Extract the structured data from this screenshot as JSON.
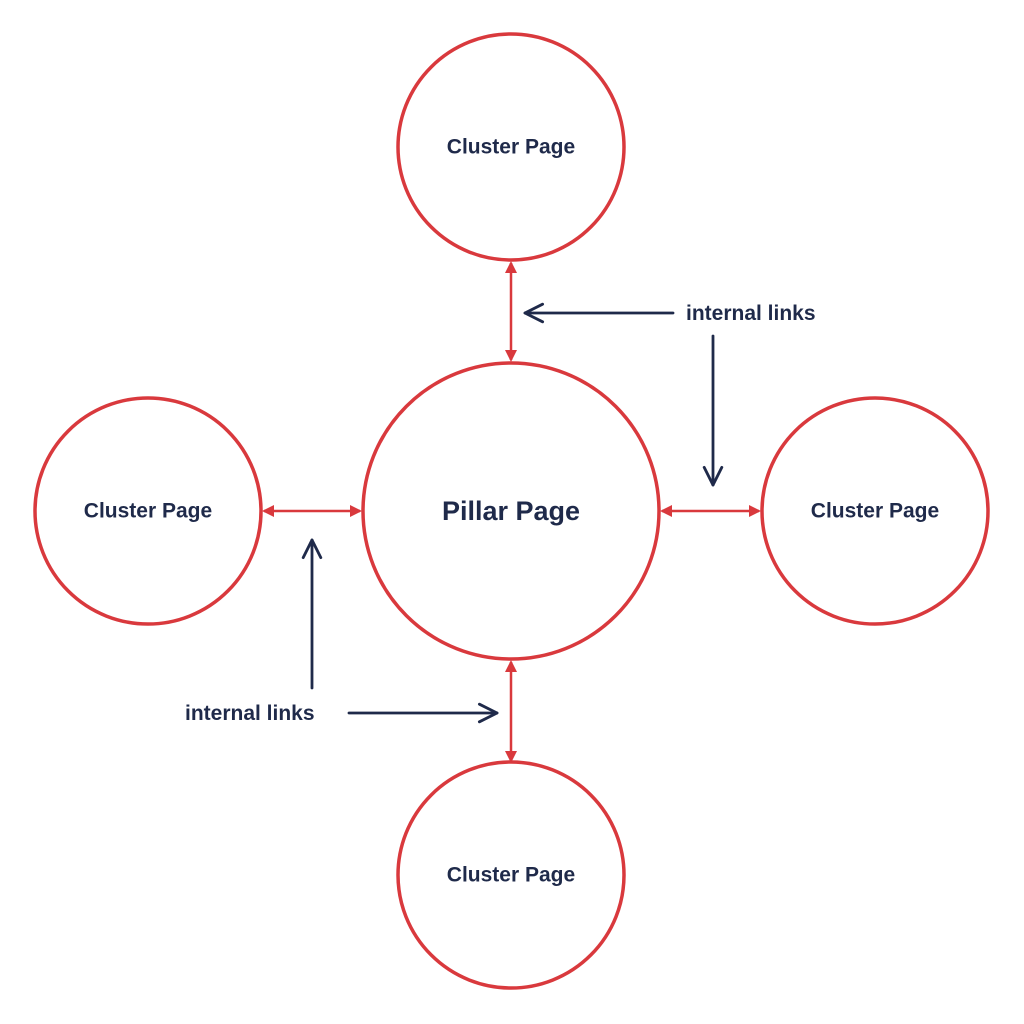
{
  "colors": {
    "node_stroke": "#d9393d",
    "link_arrow": "#d9393d",
    "annotation_arrow": "#1f2a4a",
    "text": "#1f2a4a",
    "background": "#ffffff"
  },
  "nodes": {
    "pillar": {
      "label": "Pillar Page"
    },
    "cluster_top": {
      "label": "Cluster Page"
    },
    "cluster_left": {
      "label": "Cluster Page"
    },
    "cluster_right": {
      "label": "Cluster Page"
    },
    "cluster_bottom": {
      "label": "Cluster Page"
    }
  },
  "links": [
    {
      "from": "pillar",
      "to": "cluster_top",
      "type": "bidirectional"
    },
    {
      "from": "pillar",
      "to": "cluster_left",
      "type": "bidirectional"
    },
    {
      "from": "pillar",
      "to": "cluster_right",
      "type": "bidirectional"
    },
    {
      "from": "pillar",
      "to": "cluster_bottom",
      "type": "bidirectional"
    }
  ],
  "annotations": {
    "top_right": {
      "label": "internal links"
    },
    "bottom_left": {
      "label": "internal links"
    }
  }
}
